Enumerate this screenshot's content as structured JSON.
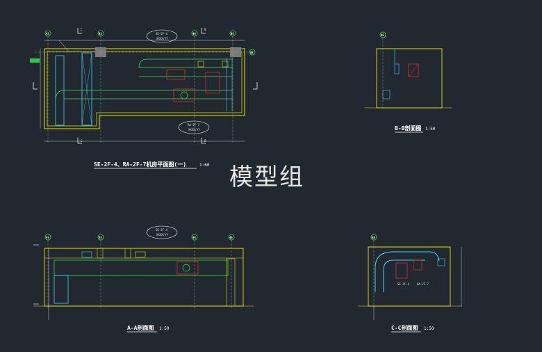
{
  "watermark": "模型组",
  "plan": {
    "title": "SE-2F-4、RA-2F-7机房平面图(一)",
    "scale": "1:60",
    "tag_top_code": "SE-2F-4",
    "tag_top_spec": "XXXX/YY",
    "tag_bottom_code": "RA-2F-7",
    "tag_bottom_spec": "XXXX/YY",
    "grid_left": "43",
    "grid_left_2": "43",
    "grid_mid": "44",
    "grid_right": "45",
    "grid_right_side": "AE",
    "section_c_top": "C",
    "section_c_bottom": "C",
    "section_b_top": "B",
    "section_b_bottom": "B"
  },
  "sectionA": {
    "title": "A-A剖面图",
    "scale": "1:50",
    "tag_code": "SE-2F-4",
    "tag_spec": "XXXX/YY",
    "grid_left": "43",
    "grid_left_2": "43",
    "grid_mid": "44",
    "grid_right": "45"
  },
  "sectionB": {
    "title": "B-B剖面图",
    "scale": "1:50",
    "grid": "AE"
  },
  "sectionC": {
    "title": "C-C剖面图",
    "scale": "1:50",
    "grid": "AE",
    "label_a": "SE-2F-4",
    "label_b": "RA-2F-7"
  }
}
